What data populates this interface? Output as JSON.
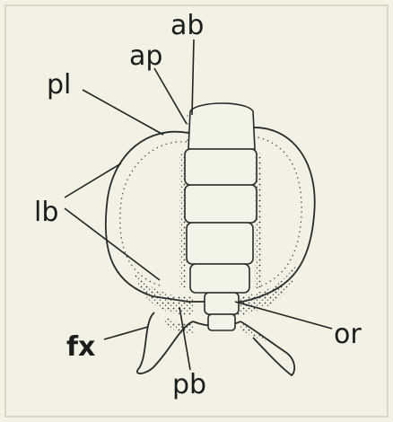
{
  "figure": {
    "labels": {
      "ab": "ab",
      "ap": "ap",
      "pl": "pl",
      "lb": "lb",
      "or": "or",
      "fx": "fx",
      "pb": "pb"
    }
  }
}
